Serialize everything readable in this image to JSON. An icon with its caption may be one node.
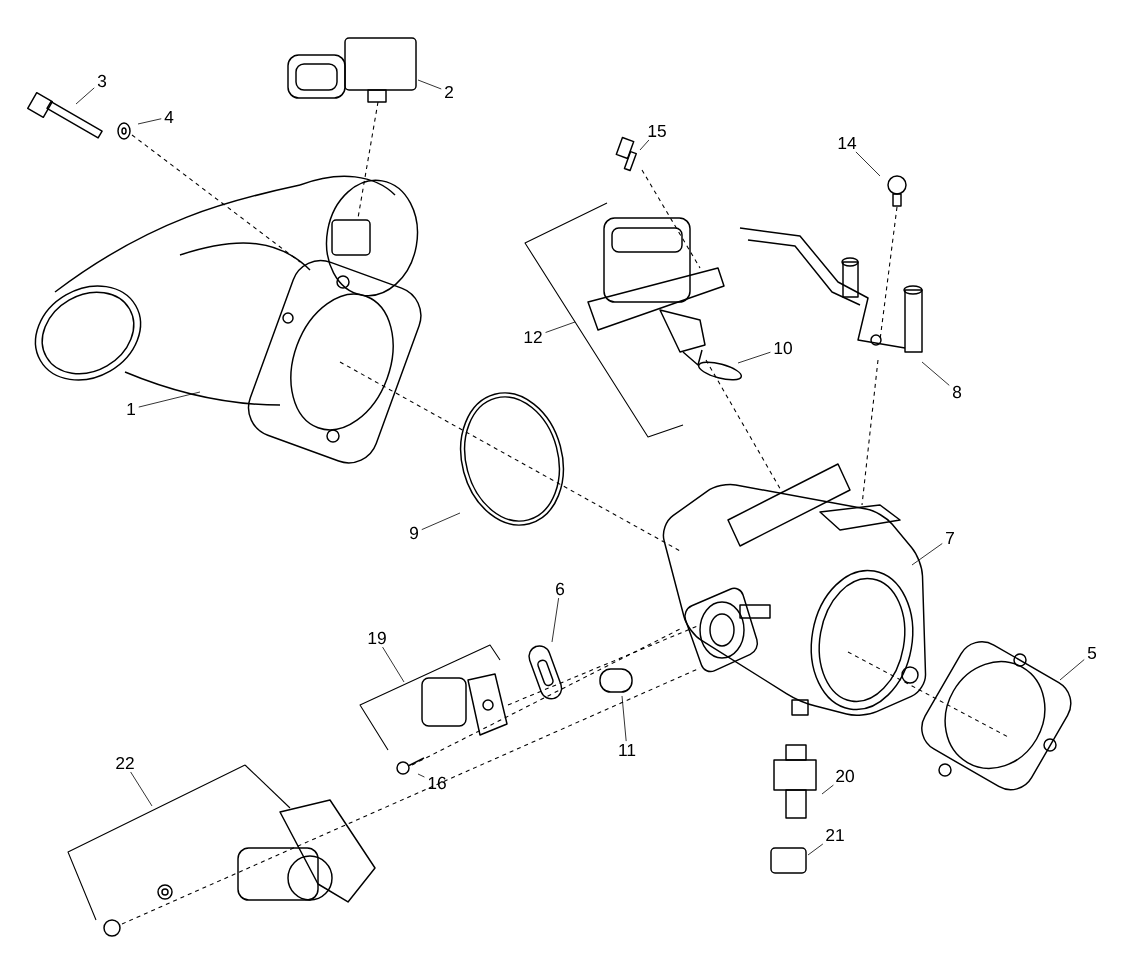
{
  "diagram": {
    "nodes": [
      {
        "text": [
          "3"
        ]
      },
      {
        "text": [
          "2"
        ]
      },
      {
        "text": [
          "4"
        ]
      },
      {
        "text": [
          "15"
        ]
      },
      {
        "text": [
          "14"
        ]
      },
      {
        "text": [
          "12"
        ]
      },
      {
        "text": [
          "10"
        ]
      },
      {
        "text": [
          "8"
        ]
      },
      {
        "text": [
          "1"
        ]
      },
      {
        "text": [
          "9"
        ]
      },
      {
        "text": [
          "7"
        ]
      },
      {
        "text": [
          "6"
        ]
      },
      {
        "text": [
          "5"
        ]
      },
      {
        "text": [
          "19"
        ]
      },
      {
        "text": [
          "11"
        ]
      },
      {
        "text": [
          "16"
        ]
      },
      {
        "text": [
          "20"
        ]
      },
      {
        "text": [
          "22"
        ]
      },
      {
        "text": [
          "21"
        ]
      }
    ],
    "edges": [
      {
        "from": 0,
        "to": null,
        "arrow": "none"
      },
      {
        "from": 1,
        "to": null,
        "arrow": "none"
      },
      {
        "from": 2,
        "to": null,
        "arrow": "none"
      },
      {
        "from": 3,
        "to": null,
        "arrow": "none"
      },
      {
        "from": 4,
        "to": null,
        "arrow": "none"
      },
      {
        "from": 5,
        "to": null,
        "arrow": "none"
      },
      {
        "from": 6,
        "to": null,
        "arrow": "none"
      },
      {
        "from": 7,
        "to": null,
        "arrow": "none"
      },
      {
        "from": 8,
        "to": null,
        "arrow": "none"
      },
      {
        "from": 9,
        "to": null,
        "arrow": "none"
      },
      {
        "from": 10,
        "to": null,
        "arrow": "none"
      },
      {
        "from": 11,
        "to": null,
        "arrow": "none"
      },
      {
        "from": 12,
        "to": null,
        "arrow": "none"
      },
      {
        "from": 13,
        "to": null,
        "arrow": "none"
      },
      {
        "from": 14,
        "to": null,
        "arrow": "none"
      },
      {
        "from": 15,
        "to": null,
        "arrow": "none"
      },
      {
        "from": 16,
        "to": null,
        "arrow": "none"
      },
      {
        "from": 17,
        "to": null,
        "arrow": "none"
      },
      {
        "from": 18,
        "to": null,
        "arrow": "none"
      }
    ]
  }
}
